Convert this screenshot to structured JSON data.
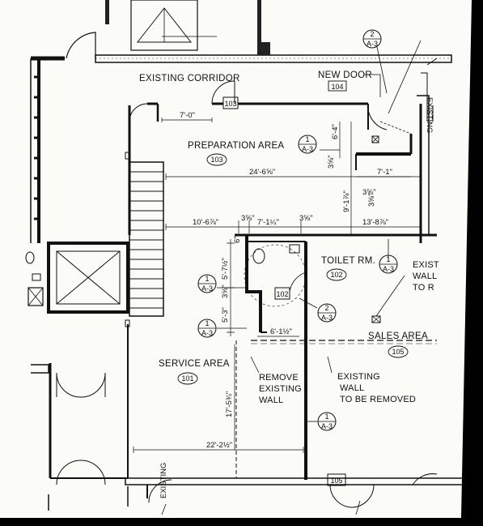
{
  "rooms": {
    "existing_corridor": "EXISTING CORRIDOR",
    "new_door": "NEW DOOR",
    "new_door_num": "104",
    "prep_area": "PREPARATION AREA",
    "prep_num": "103",
    "toilet": "TOILET RM.",
    "toilet_num": "102",
    "sales": "SALES AREA",
    "sales_num": "105",
    "service": "SERVICE AREA",
    "service_num": "101",
    "door103": "103",
    "door102": "102",
    "door105": "105"
  },
  "notes": {
    "remove_1": "REMOVE",
    "remove_2": "EXISTING",
    "remove_3": "WALL",
    "ewr_1": "EXISTING",
    "ewr_2": "WALL",
    "ewr_3": "TO BE REMOVED",
    "exis_1": "EXIST",
    "exis_2": "WALL",
    "exis_3": "TO R",
    "existing_v": "EXISTING",
    "existing_v2": "EXISTING"
  },
  "tags": {
    "top_num": "2",
    "top_sheet": "A-3",
    "prep_num": "1",
    "prep_sheet": "A-3",
    "left1_num": "1",
    "left1_sheet": "A-3",
    "door_num": "2",
    "door_sheet": "A-3",
    "left2_num": "1",
    "left2_sheet": "A-3",
    "right_num": "1",
    "right_sheet": "A-3",
    "bottom_num": "1",
    "bottom_sheet": "A-3"
  },
  "dims": {
    "d7_0": "7'-0\"",
    "d6_4": "6'-4\"",
    "d3_5a": "3⅝\"",
    "d24": "24'-6⅝\"",
    "d7_1": "7'-1\"",
    "d9_1": "9'-1⅞\"",
    "d3_5b": "3⅝\"",
    "d3_5c": "3⅝\"",
    "d7_1q": "7'-1¼\"",
    "d3_5d": "3⅝\"",
    "d10": "10'-6⅞\"",
    "d13": "13'-8⅞\"",
    "d6": "6\"",
    "d5_7": "5'-7½\"",
    "d3_5e": "3⅝\"",
    "d5_3": "5'-3\"",
    "d6_1": "6'-1½\"",
    "d17": "17'-5¾\"",
    "d22": "22'-2½\"",
    "d3_8": "3⅝\""
  }
}
